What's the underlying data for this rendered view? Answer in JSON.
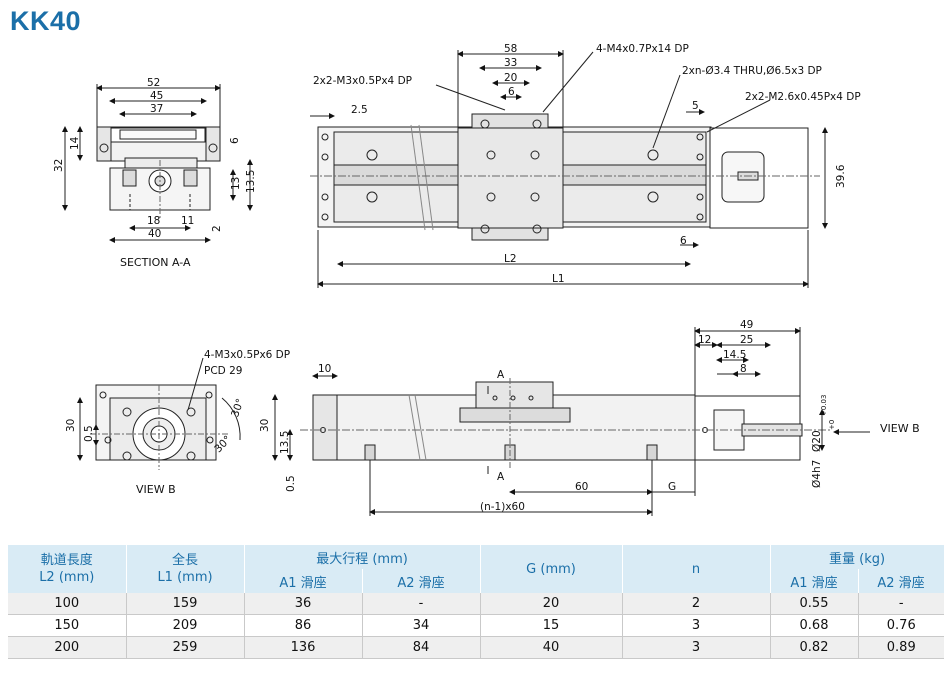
{
  "title": "KK40",
  "top_view": {
    "callouts": [
      "4-M4x0.7Px14 DP",
      "2x2-M3x0.5Px4 DP",
      "2xn-Ø3.4 THRU,Ø6.5x3 DP",
      "2x2-M2.6x0.45Px4 DP"
    ],
    "dims": [
      "58",
      "33",
      "20",
      "6",
      "2.5",
      "5",
      "6",
      "39.6",
      "L2",
      "L1"
    ]
  },
  "section_aa": {
    "label": "SECTION A-A",
    "dims": [
      "52",
      "45",
      "37",
      "14",
      "6",
      "32",
      "13",
      "13.5",
      "18",
      "11",
      "40",
      "2"
    ]
  },
  "view_b": {
    "label": "VIEW B",
    "callouts": [
      "4-M3x0.5Px6 DP",
      "PCD  29",
      "30°",
      "30°"
    ],
    "dims": [
      "30",
      "0.5"
    ]
  },
  "side_view": {
    "dims": [
      "10",
      "30",
      "13.5",
      "0.5",
      "60",
      "G",
      "(n-1)x60",
      "A",
      "A"
    ],
    "view_arrow": "VIEW B"
  },
  "motor_end": {
    "dims": [
      "49",
      "12",
      "25",
      "14.5",
      "8",
      "Ø20",
      "+0.03",
      "+0",
      "Ø4h7"
    ]
  },
  "table": {
    "headers": {
      "l2": "軌道長度",
      "l2_unit": "L2 (mm)",
      "l1": "全長",
      "l1_unit": "L1 (mm)",
      "stroke": "最大行程 (mm)",
      "stroke_a1": "A1 滑座",
      "stroke_a2": "A2 滑座",
      "g": "G (mm)",
      "n": "n",
      "weight": "重量 (kg)",
      "weight_a1": "A1 滑座",
      "weight_a2": "A2 滑座"
    },
    "rows": [
      {
        "l2": "100",
        "l1": "159",
        "a1": "36",
        "a2": "-",
        "g": "20",
        "n": "2",
        "w1": "0.55",
        "w2": "-"
      },
      {
        "l2": "150",
        "l1": "209",
        "a1": "86",
        "a2": "34",
        "g": "15",
        "n": "3",
        "w1": "0.68",
        "w2": "0.76"
      },
      {
        "l2": "200",
        "l1": "259",
        "a1": "136",
        "a2": "84",
        "g": "40",
        "n": "3",
        "w1": "0.82",
        "w2": "0.89"
      }
    ]
  }
}
